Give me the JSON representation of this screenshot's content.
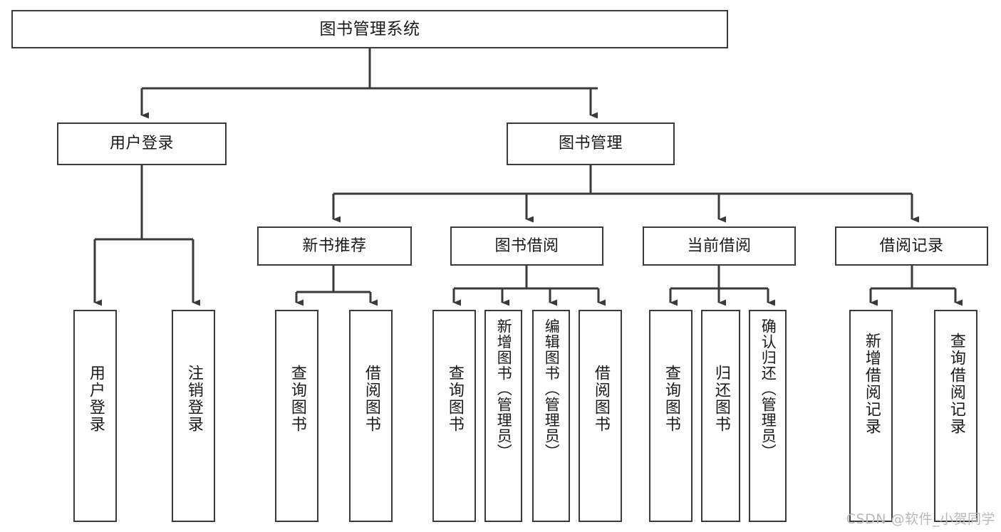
{
  "diagram": {
    "title": "图书管理系统",
    "type": "tree-hierarchy-chart",
    "watermark": "CSDN @软件_小贺同学",
    "colors": {
      "stroke": "#3a3a3a",
      "fill": "#ffffff",
      "text": "#1a1a1a",
      "watermark": "#b9b9b9"
    },
    "levels": {
      "root": {
        "label": "图书管理系统"
      },
      "level2": [
        {
          "id": "user-login",
          "label": "用户登录"
        },
        {
          "id": "book-management",
          "label": "图书管理"
        }
      ],
      "level3": [
        {
          "id": "new-book-recommend",
          "label": "新书推荐",
          "parent": "book-management"
        },
        {
          "id": "book-borrow",
          "label": "图书借阅",
          "parent": "book-management"
        },
        {
          "id": "current-borrow",
          "label": "当前借阅",
          "parent": "book-management"
        },
        {
          "id": "borrow-record",
          "label": "借阅记录",
          "parent": "book-management"
        }
      ],
      "leaves": [
        {
          "id": "leaf-user-login",
          "label": "用户登录",
          "parent": "user-login"
        },
        {
          "id": "leaf-logout-login",
          "label": "注销登录",
          "parent": "user-login"
        },
        {
          "id": "leaf-query-book-1",
          "label": "查询图书",
          "parent": "new-book-recommend"
        },
        {
          "id": "leaf-borrow-book-1",
          "label": "借阅图书",
          "parent": "new-book-recommend"
        },
        {
          "id": "leaf-query-book-2",
          "label": "查询图书",
          "parent": "book-borrow"
        },
        {
          "id": "leaf-add-book",
          "label": "新增图书（管理员）",
          "parent": "book-borrow"
        },
        {
          "id": "leaf-edit-book",
          "label": "编辑图书（管理员）",
          "parent": "book-borrow"
        },
        {
          "id": "leaf-borrow-book-2",
          "label": "借阅图书",
          "parent": "book-borrow"
        },
        {
          "id": "leaf-query-book-3",
          "label": "查询图书",
          "parent": "current-borrow"
        },
        {
          "id": "leaf-return-book",
          "label": "归还图书",
          "parent": "current-borrow"
        },
        {
          "id": "leaf-confirm-return",
          "label": "确认归还（管理员）",
          "parent": "current-borrow"
        },
        {
          "id": "leaf-add-record",
          "label": "新增借阅记录",
          "parent": "borrow-record"
        },
        {
          "id": "leaf-query-record",
          "label": "查询借阅记录",
          "parent": "borrow-record"
        }
      ]
    }
  }
}
